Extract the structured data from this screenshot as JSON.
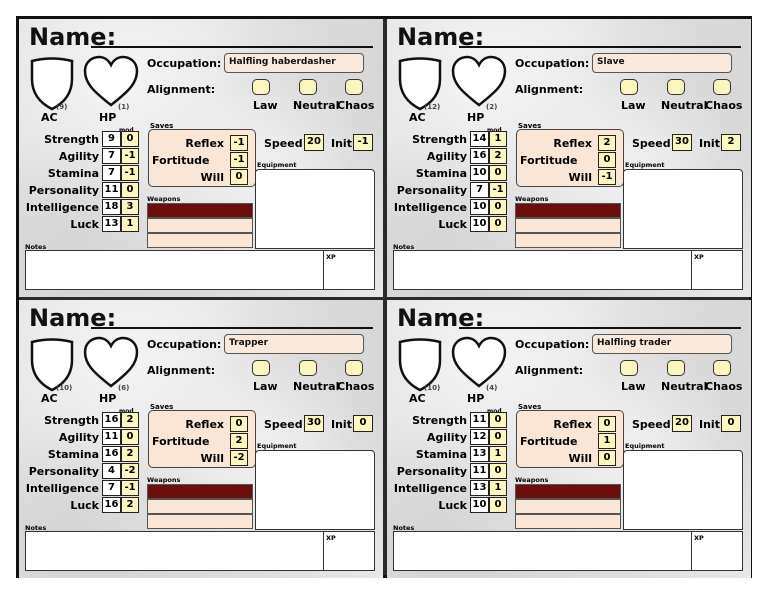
{
  "labels": {
    "name": "Name:",
    "occupation": "Occupation:",
    "alignment": "Alignment:",
    "law": "Law",
    "neutral": "Neutral",
    "chaos": "Chaos",
    "ac": "AC",
    "hp": "HP",
    "mod": "mod",
    "saves": "Saves",
    "reflex": "Reflex",
    "fortitude": "Fortitude",
    "will": "Will",
    "speed": "Speed",
    "init": "Init",
    "equipment": "Equipment",
    "weapons": "Weapons",
    "notes": "Notes",
    "xp": "XP",
    "stat_names": [
      "Strength",
      "Agility",
      "Stamina",
      "Personality",
      "Intelligence",
      "Luck"
    ]
  },
  "colors": {
    "weapon_highlight": "#6b0e0e",
    "field_fill": "#fbe9dc",
    "mod_fill": "#fdf6c0"
  },
  "icons": [
    "shield-icon",
    "heart-icon"
  ],
  "characters": [
    {
      "occupation": "Halfling haberdasher",
      "ac": "(9)",
      "hp": "(1)",
      "stats": [
        [
          "9",
          "0"
        ],
        [
          "7",
          "-1"
        ],
        [
          "7",
          "-1"
        ],
        [
          "11",
          "0"
        ],
        [
          "18",
          "3"
        ],
        [
          "13",
          "1"
        ]
      ],
      "reflex": "-1",
      "fortitude": "-1",
      "will": "0",
      "speed": "20",
      "init": "-1"
    },
    {
      "occupation": "Slave",
      "ac": "(12)",
      "hp": "(2)",
      "stats": [
        [
          "14",
          "1"
        ],
        [
          "16",
          "2"
        ],
        [
          "10",
          "0"
        ],
        [
          "7",
          "-1"
        ],
        [
          "10",
          "0"
        ],
        [
          "10",
          "0"
        ]
      ],
      "reflex": "2",
      "fortitude": "0",
      "will": "-1",
      "speed": "30",
      "init": "2"
    },
    {
      "occupation": "Trapper",
      "ac": "(10)",
      "hp": "(6)",
      "stats": [
        [
          "16",
          "2"
        ],
        [
          "11",
          "0"
        ],
        [
          "16",
          "2"
        ],
        [
          "4",
          "-2"
        ],
        [
          "7",
          "-1"
        ],
        [
          "16",
          "2"
        ]
      ],
      "reflex": "0",
      "fortitude": "2",
      "will": "-2",
      "speed": "30",
      "init": "0"
    },
    {
      "occupation": "Halfling trader",
      "ac": "(10)",
      "hp": "(4)",
      "stats": [
        [
          "11",
          "0"
        ],
        [
          "12",
          "0"
        ],
        [
          "13",
          "1"
        ],
        [
          "11",
          "0"
        ],
        [
          "13",
          "1"
        ],
        [
          "10",
          "0"
        ]
      ],
      "reflex": "0",
      "fortitude": "1",
      "will": "0",
      "speed": "20",
      "init": "0"
    }
  ]
}
